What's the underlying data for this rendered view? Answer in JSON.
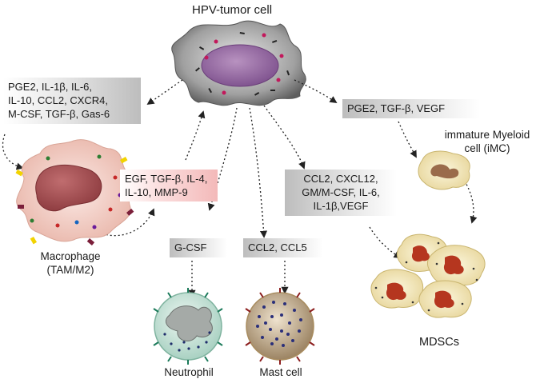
{
  "title": "HPV-tumor cell",
  "boxes": {
    "macrophage_inputs": [
      "PGE2, IL-1β, IL-6,",
      "IL-10, CCL2, CXCR4,",
      "M-CSF, TGF-β, Gas-6"
    ],
    "macrophage_outputs": [
      "EGF, TGF-β, IL-4,",
      "IL-10, MMP-9"
    ],
    "neutrophil": "G-CSF",
    "mast": "CCL2, CCL5",
    "mdsc": [
      "CCL2, CXCL12,",
      "GM/M-CSF, IL-6,",
      "IL-1β,VEGF"
    ],
    "imc": "PGE2, TGF-β, VEGF"
  },
  "cells": {
    "macrophage": [
      "Macrophage",
      "(TAM/M2)"
    ],
    "neutrophil": "Neutrophil",
    "mast": "Mast cell",
    "imc": [
      "immature Myeloid",
      "cell (iMC)"
    ],
    "mdsc": "MDSCs"
  },
  "colors": {
    "tumor_body": "#7a7a7a",
    "nucleus": "#9b6fa6",
    "macrophage": "#f4d6cf",
    "mdsc": "#f4e9b5",
    "mdsc_nucleus": "#b5361f",
    "neutrophil": "#cfe7de",
    "mast": "#c9b18f"
  }
}
